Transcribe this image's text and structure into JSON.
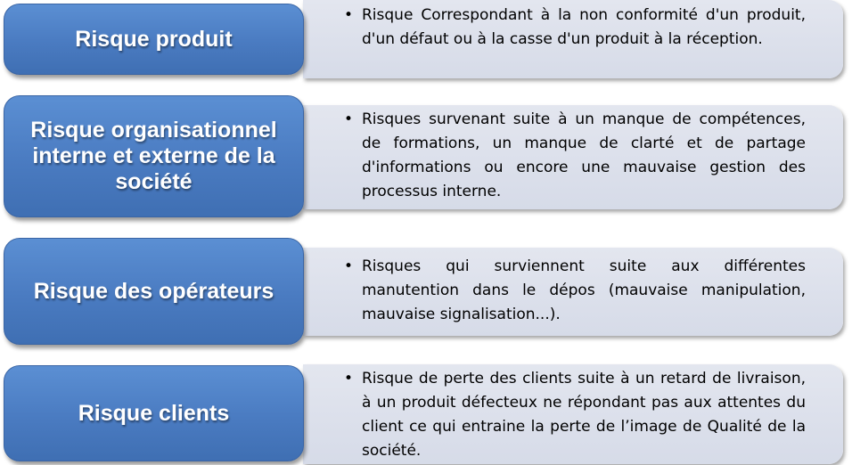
{
  "rows": [
    {
      "title": "Risque produit",
      "description": "Risque Correspondant à la non conformité d'un produit, d'un défaut ou à la casse d'un produit à la réception."
    },
    {
      "title": "Risque organisationnel interne et externe de la société",
      "description": "Risques survenant suite à un manque de compétences, de formations, un manque de clarté et de partage d'informations ou encore une mauvaise gestion des processus interne."
    },
    {
      "title": "Risque des opérateurs",
      "description": "Risques qui surviennent suite aux différentes manutention dans le dépos (mauvaise manipulation, mauvaise  signalisation...)."
    },
    {
      "title": "Risque clients",
      "description": "Risque de perte des clients suite à un retard de livraison, à un produit défecteux ne répondant pas aux attentes du client ce qui entraine la perte de l’image de Qualité de la société."
    }
  ]
}
